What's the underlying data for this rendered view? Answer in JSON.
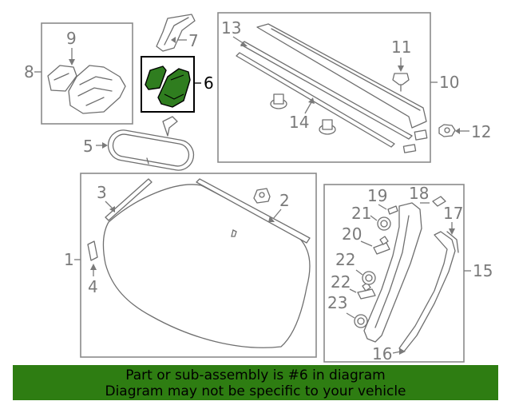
{
  "diagram": {
    "highlight_part": "6",
    "callouts": [
      "1",
      "2",
      "3",
      "4",
      "5",
      "6",
      "7",
      "8",
      "9",
      "10",
      "11",
      "12",
      "13",
      "14",
      "15",
      "16",
      "17",
      "18",
      "19",
      "20",
      "21",
      "22",
      "22",
      "23"
    ],
    "colors": {
      "highlight": "#2f7d1f",
      "banner": "#2e7d12",
      "lines": "#6f6f6f",
      "labels": "#7a7a7a"
    }
  },
  "banner": {
    "line1": "Part or sub-assembly is #6 in diagram",
    "line2": "Diagram may not be specific to your vehicle"
  }
}
